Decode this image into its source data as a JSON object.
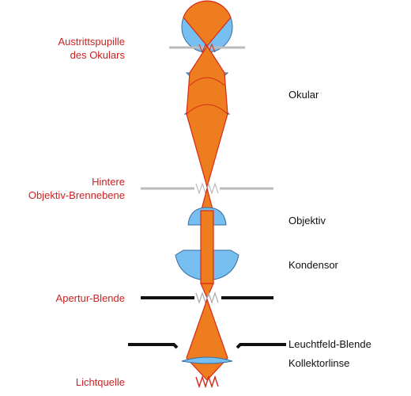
{
  "labels": {
    "exit_pupil_line1": "Austrittspupille",
    "exit_pupil_line2": "des Okulars",
    "back_focal_line1": "Hintere",
    "back_focal_line2": "Objektiv-Brennebene",
    "aperture": "Apertur-Blende",
    "light_source": "Lichtquelle",
    "eyepiece": "Okular",
    "objective": "Objektiv",
    "condenser": "Kondensor",
    "field_stop": "Leuchtfeld-Blende",
    "collector": "Kollektorlinse"
  },
  "colors": {
    "beam": "#ee7d1f",
    "beam_edge": "#d62a1a",
    "lens": "#77bff0",
    "lens_edge": "#3a6e9e",
    "conjugate_plane": "#bbbbbb",
    "stop": "#111111",
    "left_label": "#cc2222",
    "right_label": "#111111"
  }
}
